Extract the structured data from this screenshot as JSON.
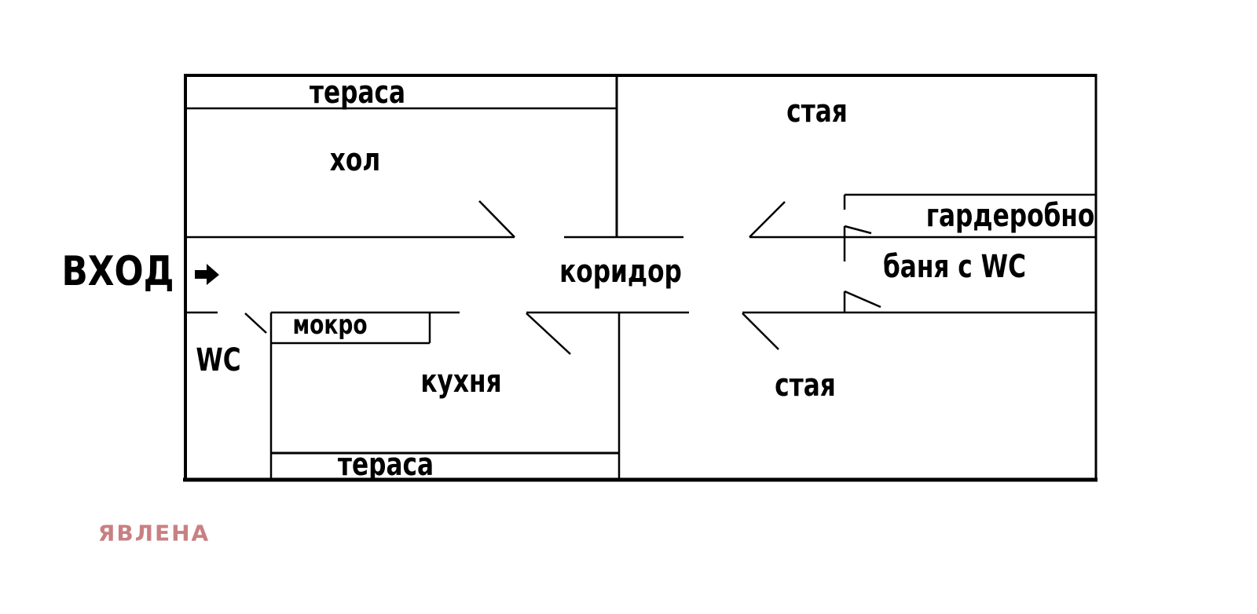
{
  "page": {
    "background": "#ffffff",
    "wall_color": "#000000"
  },
  "entrance": {
    "label": "ВХОД",
    "arrow_icon": "right-arrow"
  },
  "rooms": {
    "terrace_top": "тераса",
    "hall": "хол",
    "room_top": "стая",
    "wardrobe": "гардеробно",
    "bath_wc": "баня с WC",
    "corridor": "коридор",
    "wet_room": "мокро",
    "wc": "WC",
    "kitchen": "кухня",
    "terrace_bottom": "тераса",
    "room_bottom": "стая"
  },
  "watermark": {
    "label": "ЯВЛЕНА",
    "color": "#c98082"
  }
}
